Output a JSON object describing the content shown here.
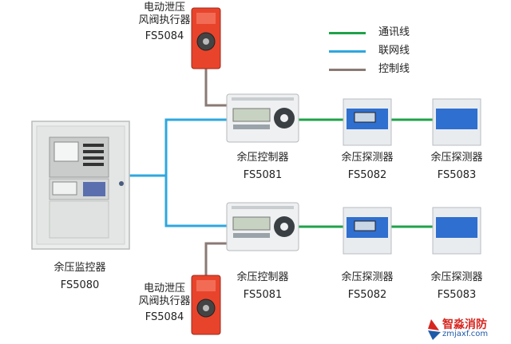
{
  "legend": [
    {
      "label": "通讯线",
      "color": "#1fa24a"
    },
    {
      "label": "联网线",
      "color": "#2ea7df"
    },
    {
      "label": "控制线",
      "color": "#8a7a74"
    }
  ],
  "monitor": {
    "name": "余压监控器",
    "model": "FS5080"
  },
  "actuator": {
    "name_line1": "电动泄压",
    "name_line2": "风阀执行器",
    "model": "FS5084"
  },
  "controller": {
    "name": "余压控制器",
    "model": "FS5081"
  },
  "detector_a": {
    "name": "余压探测器",
    "model": "FS5082"
  },
  "detector_b": {
    "name": "余压探测器",
    "model": "FS5083"
  },
  "logo": {
    "brand": "智淼消防",
    "url": "zmjaxf.com"
  },
  "colors": {
    "actuator_red": "#e8442c",
    "device_gray": "#e9ecef",
    "panel_blue": "#2f6fd0"
  }
}
